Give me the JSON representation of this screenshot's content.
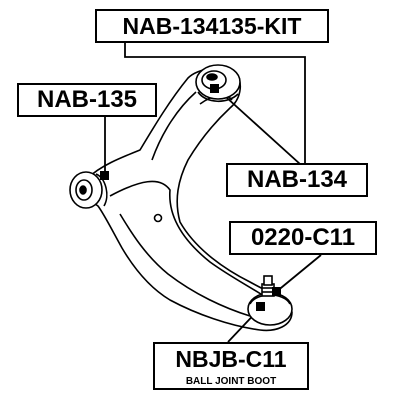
{
  "labels": {
    "kit": "NAB-134135-KIT",
    "nab135": "NAB-135",
    "nab134": "NAB-134",
    "part0220": "0220-C11",
    "nbjb": "NBJB-C11",
    "boot_caption": "BALL JOINT BOOT"
  }
}
